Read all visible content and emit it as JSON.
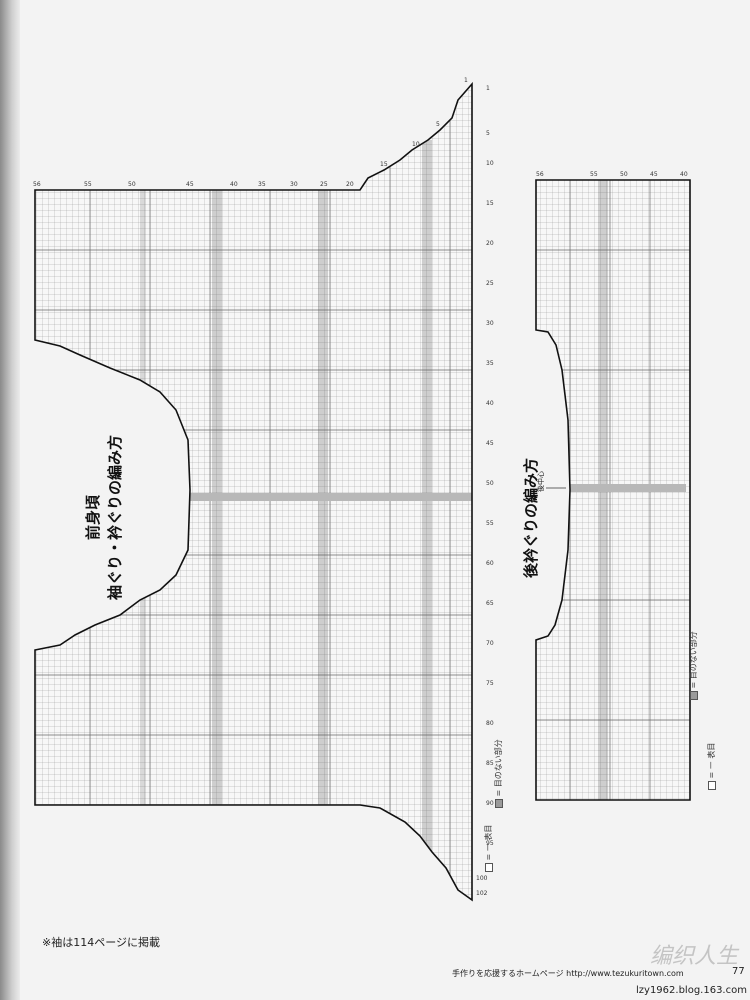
{
  "titles": {
    "front_line1": "前身頃",
    "front_line2": "袖ぐり・衿ぐりの編み方",
    "back": "後衿ぐりの編み方",
    "center_mark": "後中心"
  },
  "legend": {
    "front_knit": "= ㇐ 表目",
    "front_none": "= 目のない部分",
    "back_knit": "= ㇐ 表目",
    "back_none": "= 目のない部分"
  },
  "front_chart": {
    "row_numbers": [
      "1",
      "5",
      "10",
      "15",
      "20",
      "25",
      "30",
      "35",
      "40",
      "45",
      "50",
      "55",
      "60",
      "65",
      "70",
      "75",
      "80",
      "85",
      "90",
      "95",
      "100",
      "102"
    ],
    "stitch_numbers": [
      "56",
      "55",
      "50",
      "45",
      "40",
      "35",
      "30",
      "25",
      "20",
      "15",
      "10",
      "5",
      "1"
    ]
  },
  "back_chart": {
    "stitch_numbers": [
      "56",
      "55",
      "50",
      "45",
      "40"
    ]
  },
  "footnote": "※袖は114ページに掲載",
  "footer": {
    "text": "手作りを応援するホームページ http://www.tezukuritown.com",
    "page": "77",
    "blog": "lzy1962.blog.163.com",
    "watermark": "编织人生"
  }
}
